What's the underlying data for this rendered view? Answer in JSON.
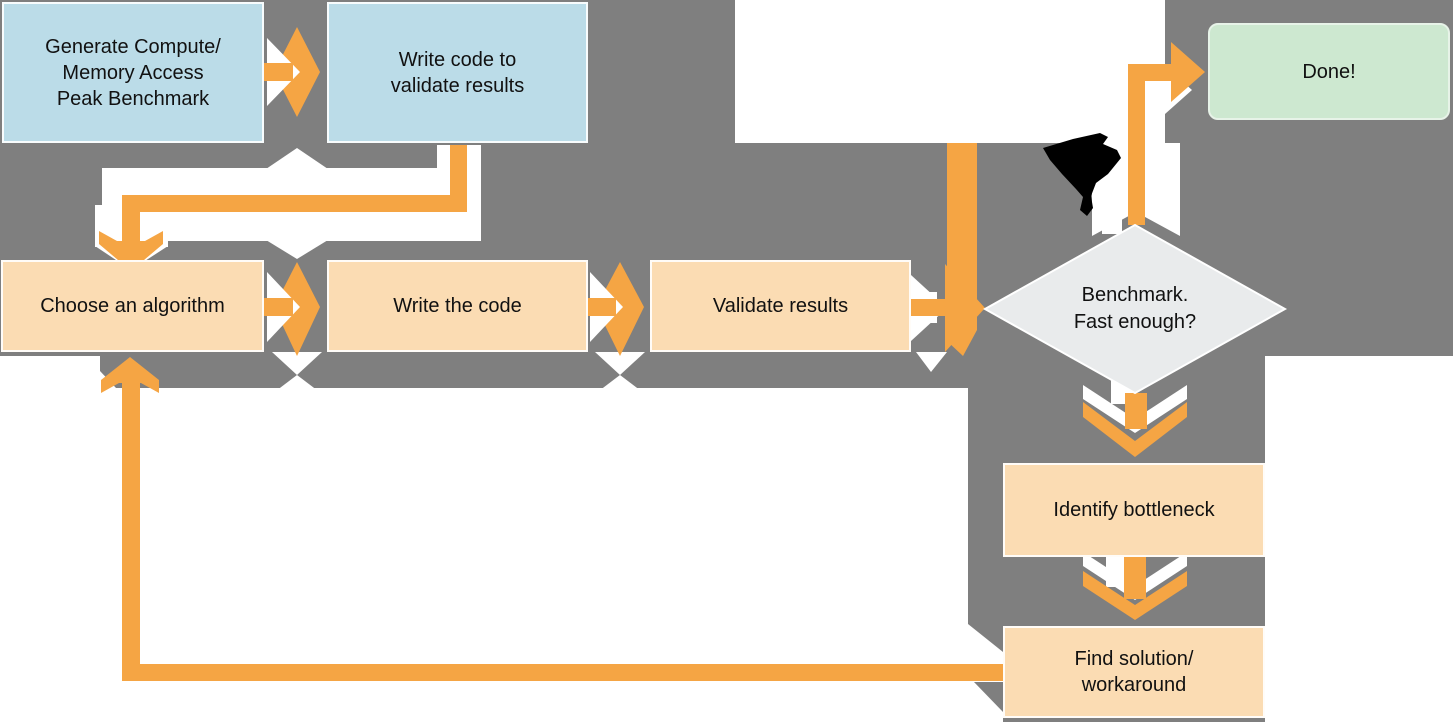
{
  "flowchart": {
    "colors": {
      "canvas_gray": "#7f7f7f",
      "arrow_orange": "#f5a544",
      "arrow_white": "#ffffff",
      "process_blue": "#bbdce8",
      "process_peach": "#fbdcb3",
      "decision_fill": "#e9ebec",
      "terminal_green": "#cde8d0",
      "text_black": "#111111",
      "ink_black": "#000000"
    },
    "nodes": {
      "generate_benchmark": {
        "label": "Generate Compute/\nMemory Access\nPeak Benchmark"
      },
      "write_validation_code": {
        "label": "Write code to\nvalidate results"
      },
      "choose_algorithm": {
        "label": "Choose an algorithm"
      },
      "write_code": {
        "label": "Write the code"
      },
      "validate_results": {
        "label": "Validate results"
      },
      "benchmark_decision": {
        "label": "Benchmark.\nFast enough?"
      },
      "done": {
        "label": "Done!"
      },
      "identify_bottleneck": {
        "label": "Identify bottleneck"
      },
      "find_solution": {
        "label": "Find solution/\nworkaround"
      }
    },
    "edges": [
      {
        "from": "generate_benchmark",
        "to": "write_validation_code",
        "bidirectional": true
      },
      {
        "from": "write_validation_code",
        "to": "choose_algorithm",
        "bidirectional": false
      },
      {
        "from": "choose_algorithm",
        "to": "write_code",
        "bidirectional": false
      },
      {
        "from": "write_code",
        "to": "validate_results",
        "bidirectional": false
      },
      {
        "from": "validate_results",
        "to": "benchmark_decision",
        "bidirectional": false
      },
      {
        "from": "write_validation_code",
        "to": "benchmark_decision",
        "bidirectional": false
      },
      {
        "from": "benchmark_decision",
        "to": "done",
        "bidirectional": false
      },
      {
        "from": "benchmark_decision",
        "to": "identify_bottleneck",
        "bidirectional": false
      },
      {
        "from": "identify_bottleneck",
        "to": "find_solution",
        "bidirectional": false
      },
      {
        "from": "find_solution",
        "to": "choose_algorithm",
        "bidirectional": false
      }
    ]
  }
}
